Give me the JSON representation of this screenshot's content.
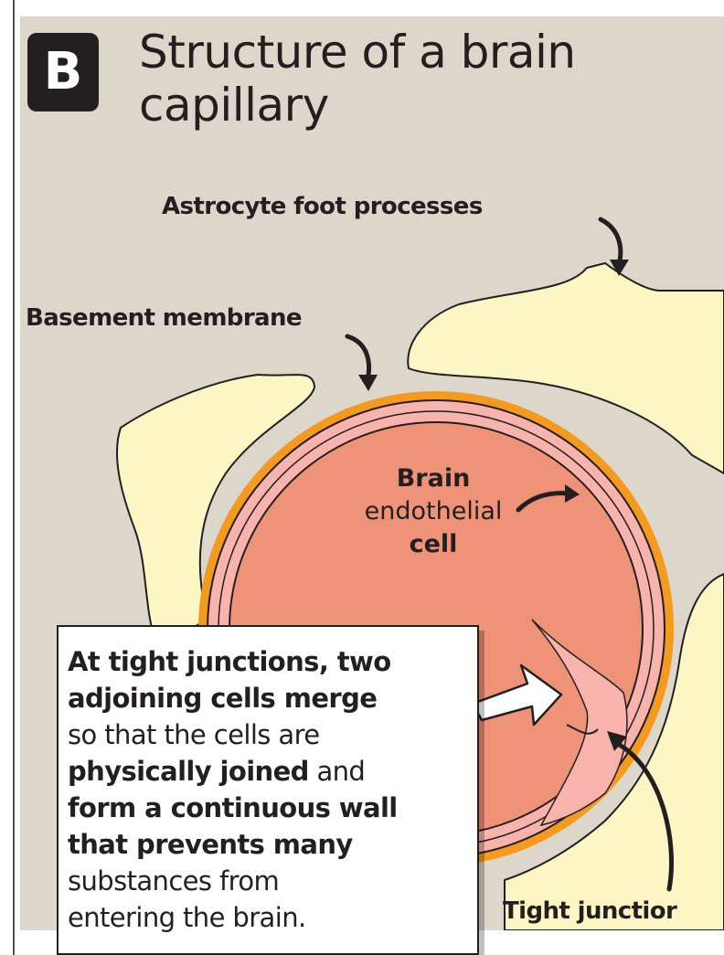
{
  "panel": {
    "badge": "B",
    "title": "Structure of a brain capillary"
  },
  "labels": {
    "astrocyte": "Astrocyte foot processes",
    "basement": "Basement membrane",
    "endothelial_line1": "Brain",
    "endothelial_line2": "endothelial",
    "endothelial_line3": "cell",
    "tight_junction": "Tight junctior"
  },
  "callout": {
    "line1": "At tight junctions, two",
    "line2": "adjoining cells merge",
    "line3": "so that the cells are",
    "line4_bold": "physically joined",
    "line4_rest": " and",
    "line5": "form a continuous wall",
    "line6": "that prevents many",
    "line7": "substances from",
    "line8": "entering the brain."
  },
  "colors": {
    "background": "#dcd6cb",
    "astrocyte": "#fbf6c4",
    "basement_membrane": "#f39a1f",
    "endothelial": "#ef9378",
    "endothelial_rim": "#f7b3ac",
    "outline": "#231f20"
  }
}
